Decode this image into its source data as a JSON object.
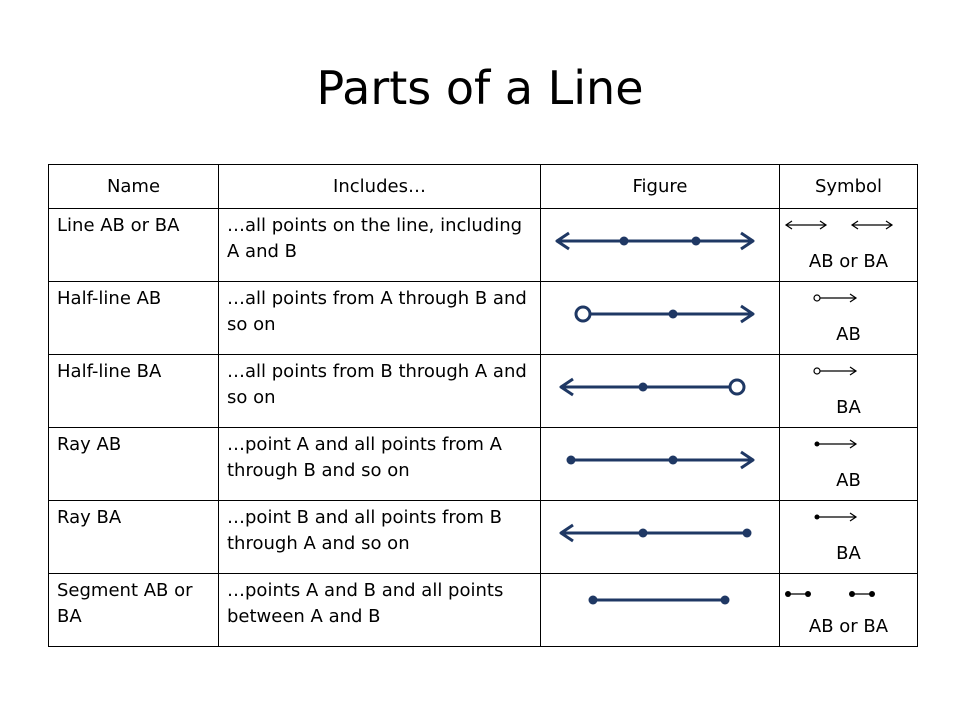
{
  "title": "Parts of a Line",
  "headers": {
    "name": "Name",
    "includes": "Includes…",
    "figure": "Figure",
    "symbol": "Symbol"
  },
  "rows": [
    {
      "name": "Line AB or BA",
      "includes": "…all points on the line, including A and B",
      "figure": "line",
      "symbol": "AB or BA"
    },
    {
      "name": "Half-line AB",
      "includes": "…all points from A  through B and so on",
      "figure": "half-line-ab",
      "symbol": "AB"
    },
    {
      "name": "Half-line BA",
      "includes": "…all points from B  through A and so on",
      "figure": "half-line-ba",
      "symbol": "BA"
    },
    {
      "name": "Ray AB",
      "includes": "…point A and all points from A through B and so on",
      "figure": "ray-ab",
      "symbol": "AB"
    },
    {
      "name": "Ray BA",
      "includes": "…point B and all points from B through A and so on",
      "figure": "ray-ba",
      "symbol": "BA"
    },
    {
      "name": "Segment AB or BA",
      "includes": "…points A and B and all points between A and B",
      "figure": "segment",
      "symbol": "AB or BA"
    }
  ],
  "colors": {
    "figure_stroke": "#1f3864",
    "symbol_stroke": "#000000"
  }
}
